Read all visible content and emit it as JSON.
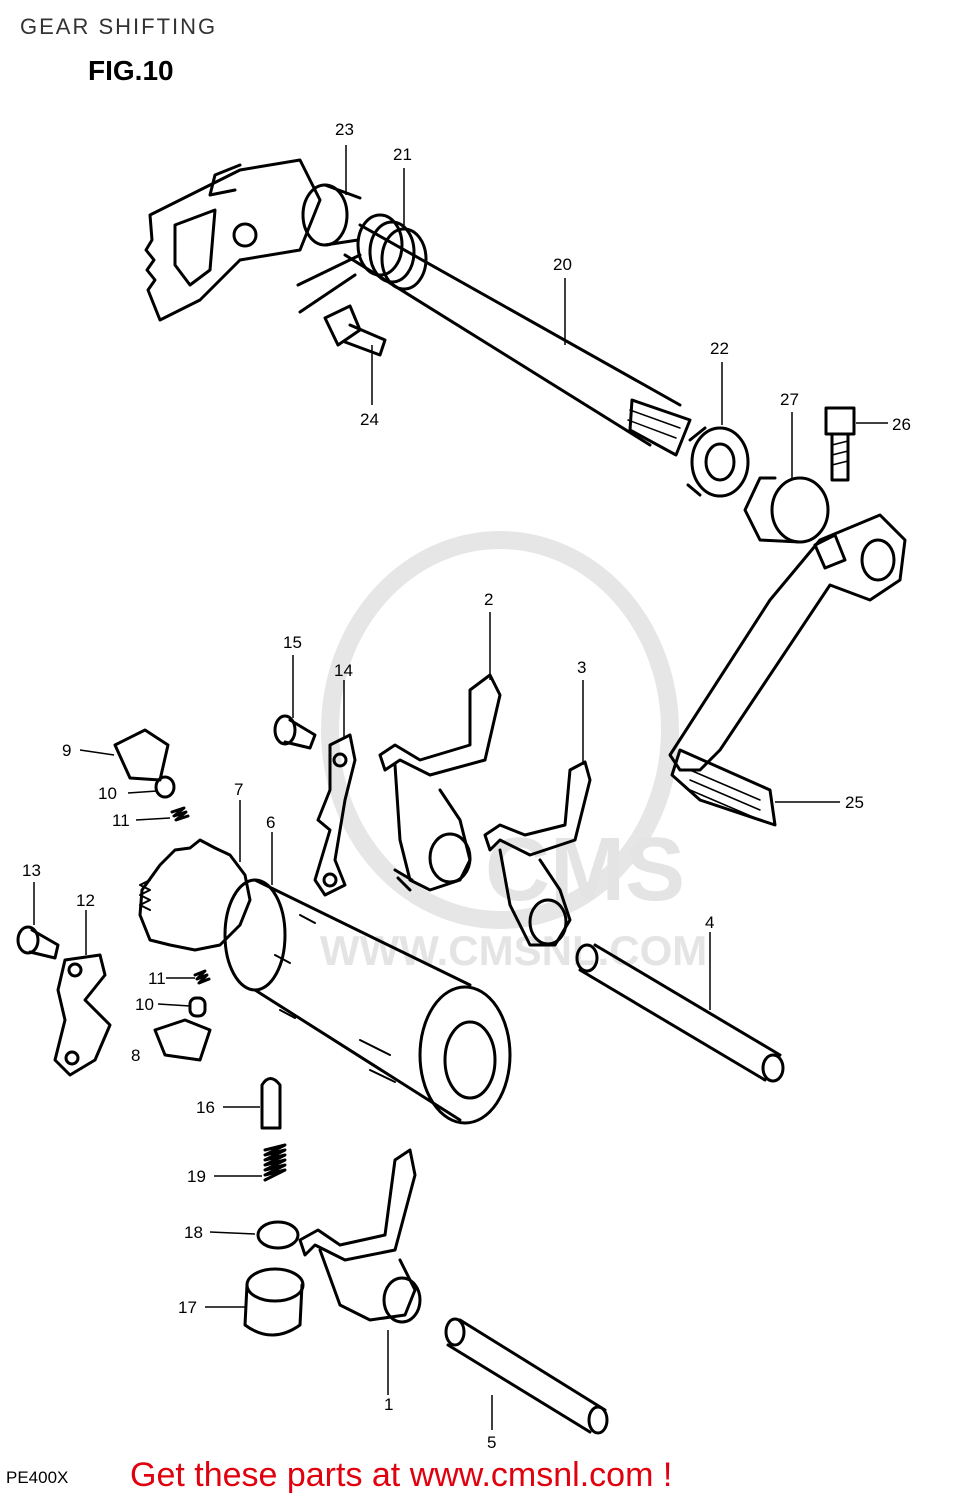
{
  "header": {
    "title": "GEAR SHIFTING",
    "figure": "FIG.10"
  },
  "watermark": {
    "brand": "CMS",
    "url": "WWW.CMSNL.COM"
  },
  "parts": {
    "p1": "1",
    "p2": "2",
    "p3": "3",
    "p4": "4",
    "p5": "5",
    "p6": "6",
    "p7": "7",
    "p8": "8",
    "p9": "9",
    "p10a": "10",
    "p10b": "10",
    "p11a": "11",
    "p11b": "11",
    "p12": "12",
    "p13": "13",
    "p14": "14",
    "p15": "15",
    "p16": "16",
    "p17": "17",
    "p18": "18",
    "p19": "19",
    "p20": "20",
    "p21": "21",
    "p22": "22",
    "p23": "23",
    "p24": "24",
    "p25": "25",
    "p26": "26",
    "p27": "27"
  },
  "footer": {
    "model_code": "PE400X",
    "link_text": "Get these parts at www.cmsnl.com !"
  }
}
